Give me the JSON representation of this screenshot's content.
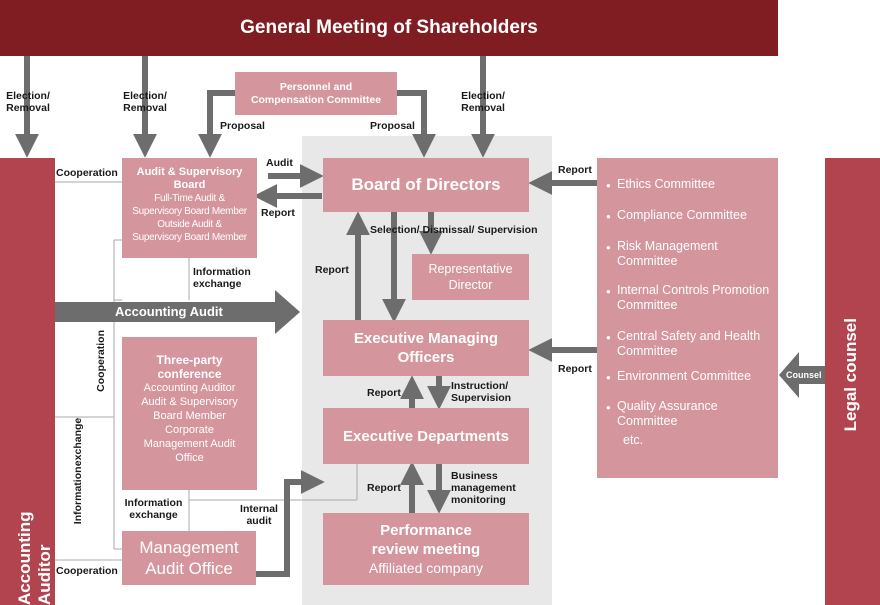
{
  "top_banner": "General Meeting of Shareholders",
  "left_bar": "Accounting Auditor",
  "right_bar": "Legal counsel",
  "board": "Board of Directors",
  "personnel_committee": [
    "Personnel and",
    "Compensation Committee"
  ],
  "audit_board": {
    "title": [
      "Audit & Supervisory",
      "Board"
    ],
    "members": [
      "Full-Time Audit &",
      "Supervisory Board Member",
      "Outside Audit &",
      "Supervisory Board Member"
    ]
  },
  "representative_director": [
    "Representative",
    "Director"
  ],
  "executive_officers": [
    "Executive Managing",
    "Officers"
  ],
  "executive_departments": "Executive Departments",
  "performance_review": {
    "title": [
      "Performance",
      "review meeting"
    ],
    "sub": "Affiliated company"
  },
  "three_party": {
    "title": [
      "Three-party",
      "conference"
    ],
    "members": [
      "Accounting Auditor",
      "Audit & Supervisory",
      "Board Member",
      "Corporate",
      "Management Audit",
      "Office"
    ]
  },
  "management_audit_office": [
    "Management",
    "Audit Office"
  ],
  "committees": [
    "Ethics Committee",
    "Compliance Committee",
    "Risk Management Committee",
    "Internal Controls Promotion Committee",
    "Central Safety and Health Committee",
    "Environment Committee",
    "Quality Assurance Committee"
  ],
  "committees_etc": "etc.",
  "labels": {
    "election_removal": [
      "Election/",
      "Removal"
    ],
    "proposal": "Proposal",
    "audit": "Audit",
    "report": "Report",
    "cooperation": "Cooperation",
    "information_exchange": [
      "Information",
      "exchange"
    ],
    "accounting_audit": "Accounting Audit",
    "selection": "Selection/ Dismissal/ Supervision",
    "instruction": [
      "Instruction/",
      "Supervision"
    ],
    "business_monitoring": [
      "Business",
      "management",
      "monitoring"
    ],
    "internal_audit": [
      "Internal",
      "audit"
    ],
    "counsel": "Counsel"
  },
  "colors": {
    "dark": "#7f1d22",
    "mid": "#b24450",
    "pink": "#d5959d",
    "arrow": "#6d6d6d",
    "panel": "#e8e8e8"
  }
}
